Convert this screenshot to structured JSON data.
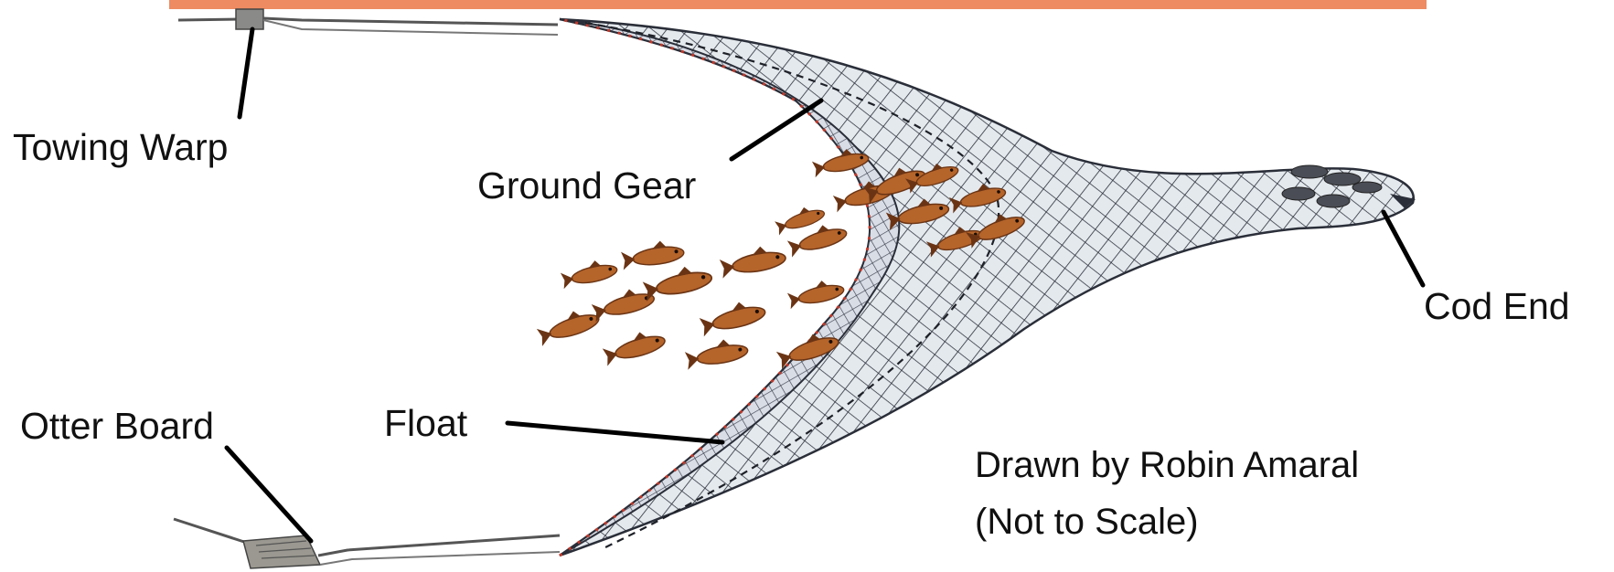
{
  "labels": {
    "towing_warp": "Towing Warp",
    "ground_gear": "Ground Gear",
    "cod_end": "Cod End",
    "otter_board": "Otter Board",
    "float": "Float"
  },
  "credit": {
    "line1": "Drawn by Robin Amaral",
    "line2": "(Not to Scale)"
  },
  "colors": {
    "net_mesh": "#2a2e38",
    "net_fill": "#e6eaee",
    "fish_body": "#b5642a",
    "fish_dark": "#6a3414",
    "float_red": "#c0392b",
    "banner": "#ee8b62",
    "leader_line": "#000000"
  },
  "icons": [
    "otter-board-icon",
    "fish-icon",
    "trawl-net-icon"
  ]
}
